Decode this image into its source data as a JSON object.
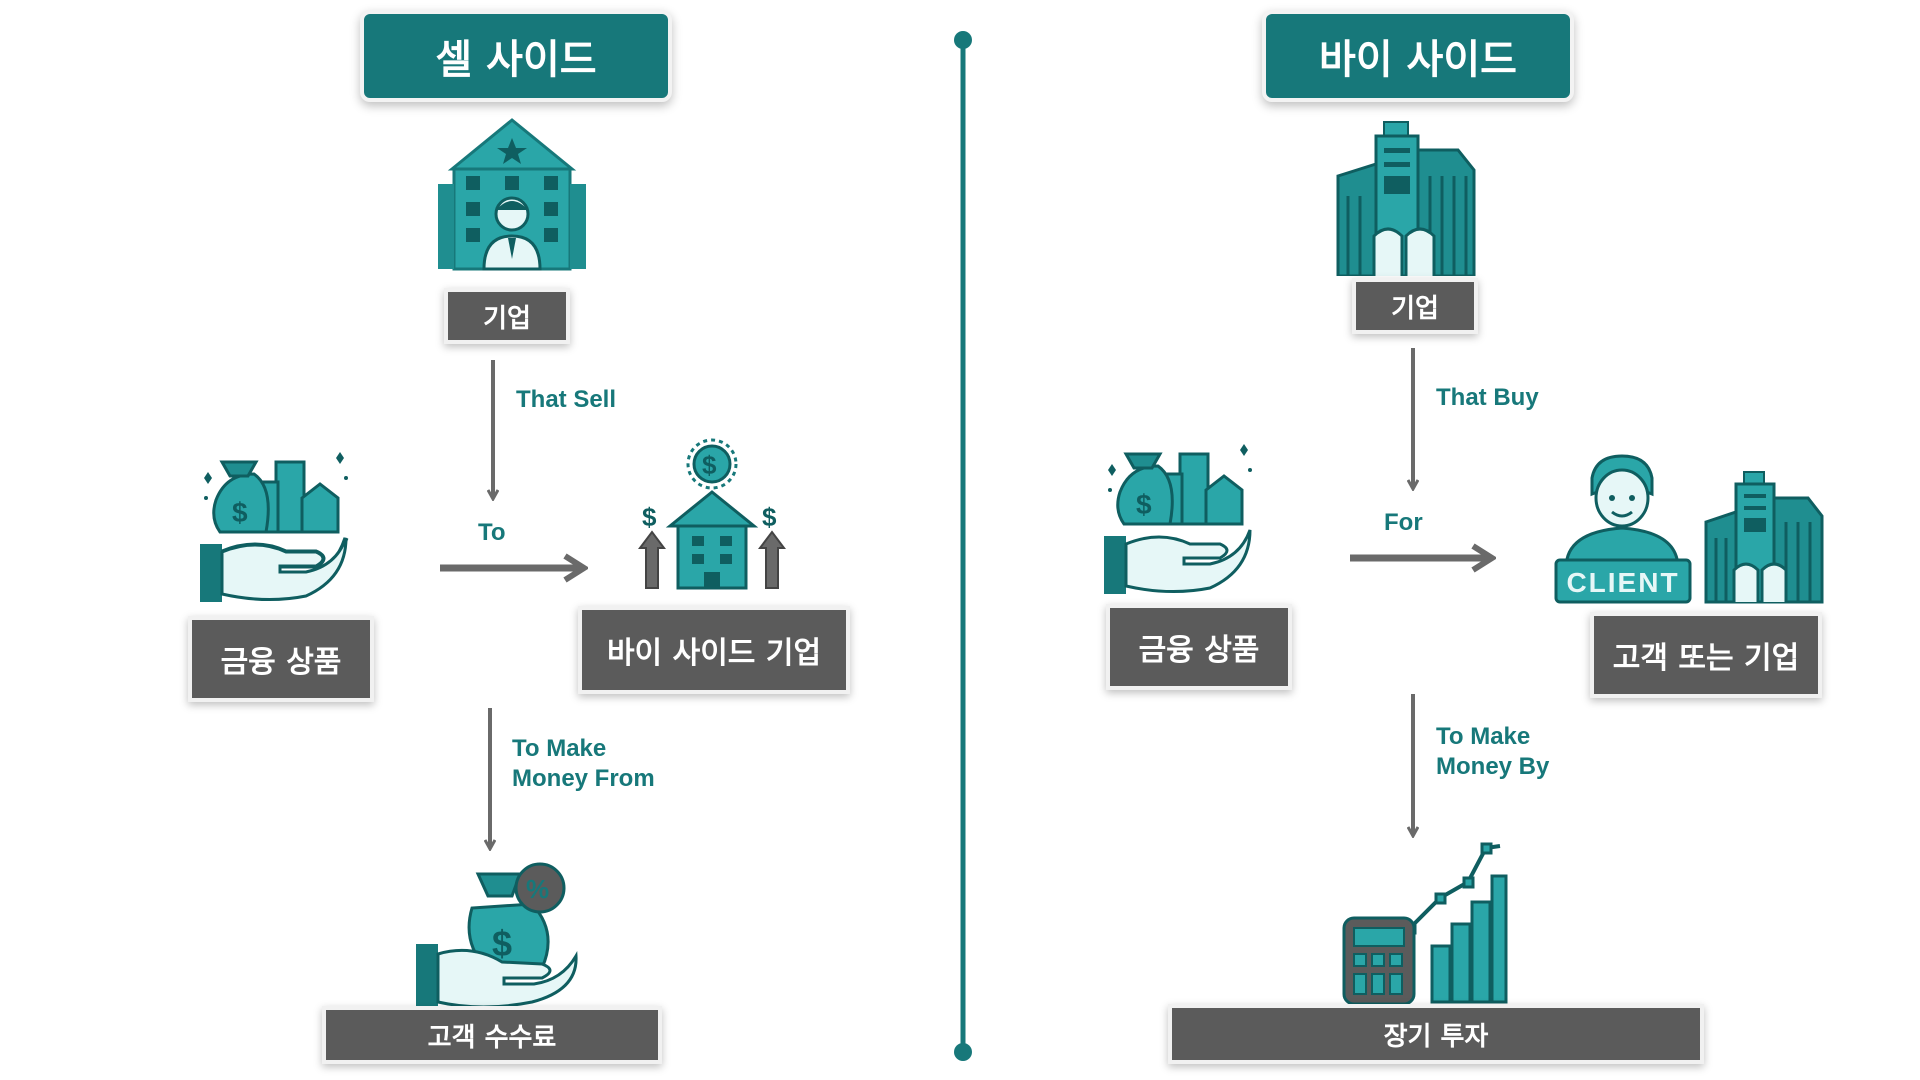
{
  "sell_side": {
    "title": "셀 사이드",
    "company_label": "기업",
    "verb_label": "That Sell",
    "product_label": "금융 상품",
    "to_label": "To",
    "target_label": "바이 사이드 기업",
    "money_label_line1": "To Make",
    "money_label_line2": "Money From",
    "revenue_label": "고객 수수료"
  },
  "buy_side": {
    "title": "바이 사이드",
    "company_label": "기업",
    "verb_label": "That Buy",
    "product_label": "금융 상품",
    "for_label": "For",
    "target_label": "고객 또는 기업",
    "client_sign": "CLIENT",
    "money_label_line1": "To Make",
    "money_label_line2": "Money By",
    "revenue_label": "장기 투자"
  },
  "colors": {
    "teal": "#17787a",
    "teal_light": "#2aa6a8",
    "box_gray": "#5b5b5b",
    "arrow_gray": "#6a6a6a",
    "divider": "#17787a"
  },
  "icons": {
    "sell_company": "building-with-person-icon",
    "buy_company": "office-tower-icon",
    "product": "hand-holding-money-bag-and-buildings-icon",
    "buy_side_company": "house-with-dollar-growth-icon",
    "client": "client-person-and-buildings-icon",
    "fee": "hand-holding-money-bag-percent-icon",
    "investment": "calculator-growth-chart-icon"
  }
}
